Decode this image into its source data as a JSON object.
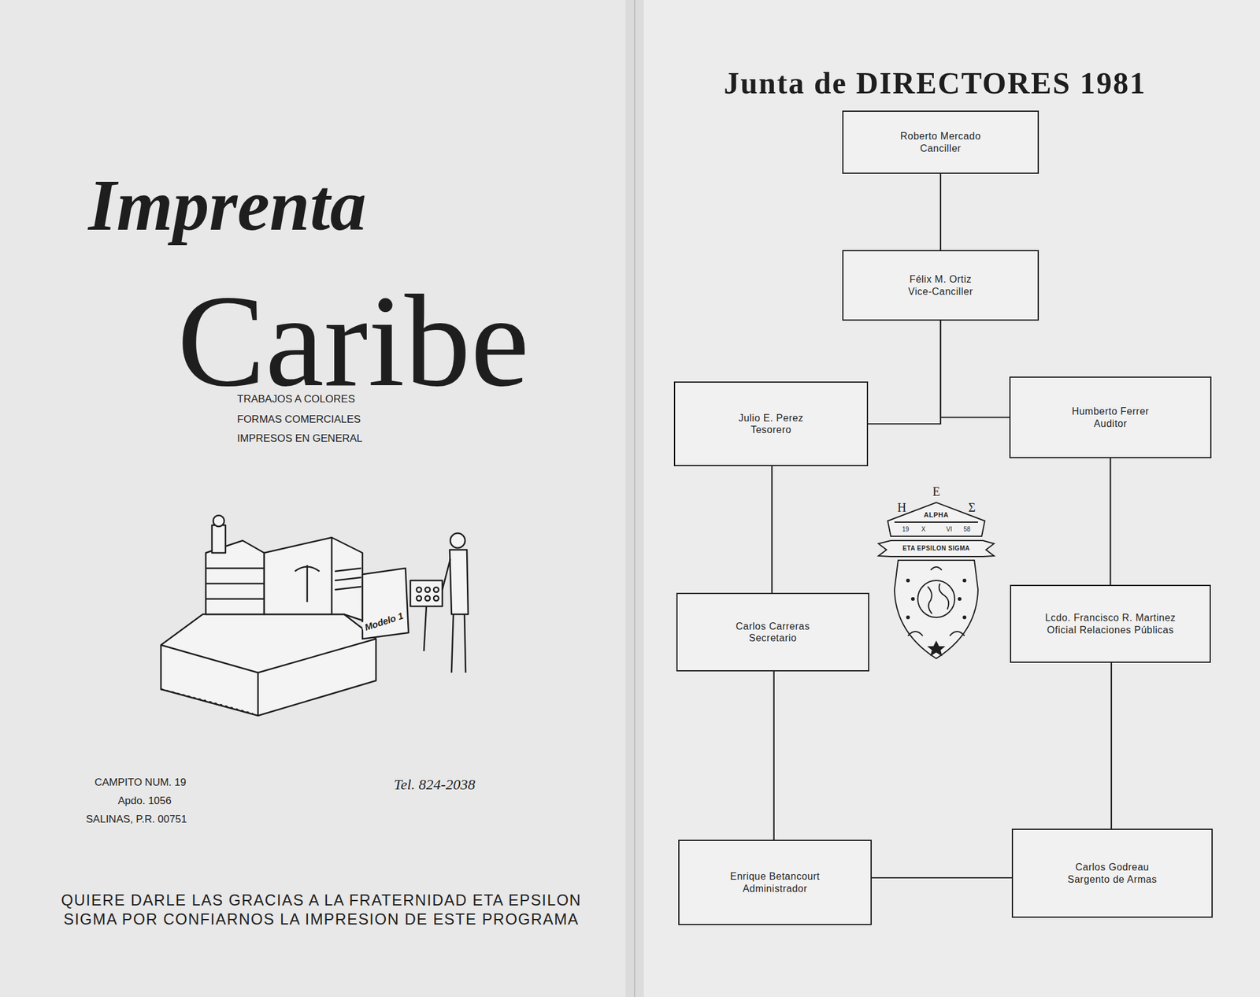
{
  "diagram": {
    "title": "Junta de DIRECTORES 1981",
    "nodes": [
      {
        "text": [
          "Roberto Mercado",
          "Canciller"
        ]
      },
      {
        "text": [
          "Félix M. Ortiz",
          "Vice-Canciller"
        ]
      },
      {
        "text": [
          "Julio E. Perez",
          "Tesorero"
        ]
      },
      {
        "text": [
          "Humberto Ferrer",
          "Auditor"
        ]
      },
      {
        "text": [
          "Carlos Carreras",
          "Secretario"
        ]
      },
      {
        "text": [
          "Lcdo. Francisco R. Martinez",
          "Oficial Relaciones Públicas"
        ]
      },
      {
        "text": [
          "Enrique Betancourt",
          "Administrador"
        ]
      },
      {
        "text": [
          "Carlos Godreau",
          "Sargento de Armas"
        ]
      }
    ],
    "edges": [
      {
        "from": 0,
        "to": 1,
        "arrow": "none"
      },
      {
        "from": 1,
        "to": 2,
        "arrow": "none"
      },
      {
        "from": 1,
        "to": 3,
        "arrow": "none"
      },
      {
        "from": 2,
        "to": 4,
        "arrow": "none"
      },
      {
        "from": 4,
        "to": 6,
        "arrow": "none"
      },
      {
        "from": 3,
        "to": 5,
        "arrow": "none"
      },
      {
        "from": 5,
        "to": 7,
        "arrow": "none"
      },
      {
        "from": 6,
        "to": 7,
        "arrow": "none"
      }
    ],
    "labels": [
      "Imprenta",
      "Caribe",
      "TRABAJOS A COLORES",
      "FORMAS COMERCIALES",
      "IMPRESOS EN GENERAL",
      "Modelo 1",
      "CAMPITO NUM. 19",
      "Apdo. 1056",
      "SALINAS, P.R. 00751",
      "Tel. 824-2038",
      "QUIERE DARLE LAS GRACIAS A LA FRATERNIDAD ETA EPSILON SIGMA POR CONFIARNOS LA IMPRESION DE ESTE PROGRAMA",
      "Η",
      "Ε",
      "Σ",
      "ALPHA",
      "19",
      "X",
      "VI",
      "58",
      "ETA EPSILON SIGMA"
    ]
  }
}
